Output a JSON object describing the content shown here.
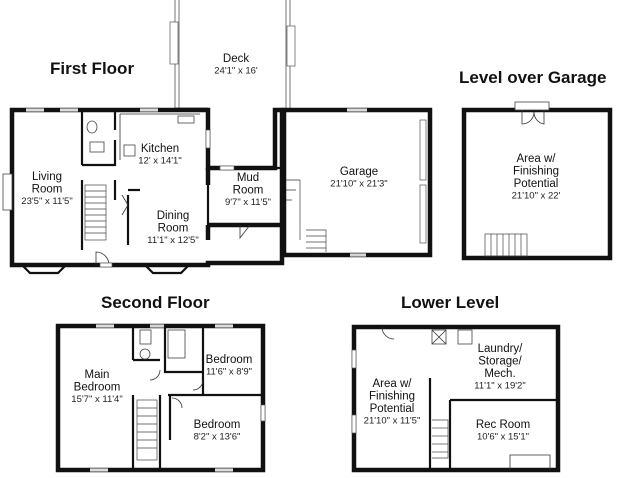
{
  "headings": {
    "first_floor": "First Floor",
    "level_over_garage": "Level over Garage",
    "second_floor": "Second Floor",
    "lower_level": "Lower Level"
  },
  "rooms": {
    "deck": {
      "name": [
        "Deck"
      ],
      "dim": "24'1\" x 16'"
    },
    "kitchen": {
      "name": [
        "Kitchen"
      ],
      "dim": "12' x 14'1\""
    },
    "living_room": {
      "name": [
        "Living",
        "Room"
      ],
      "dim": "23'5\" x 11'5\""
    },
    "mud_room": {
      "name": [
        "Mud",
        "Room"
      ],
      "dim": "9'7\" x 11'5\""
    },
    "garage": {
      "name": [
        "Garage"
      ],
      "dim": "21'10\" x 21'3\""
    },
    "dining_room": {
      "name": [
        "Dining",
        "Room"
      ],
      "dim": "11'1\" x 12'5\""
    },
    "area_over_garage": {
      "name": [
        "Area w/",
        "Finishing",
        "Potential"
      ],
      "dim": "21'10\" x 22'"
    },
    "main_bedroom": {
      "name": [
        "Main",
        "Bedroom"
      ],
      "dim": "15'7\" x 11'4\""
    },
    "bedroom_1": {
      "name": [
        "Bedroom"
      ],
      "dim": "11'6\" x 8'9\""
    },
    "bedroom_2": {
      "name": [
        "Bedroom"
      ],
      "dim": "8'2\" x 13'6\""
    },
    "laundry": {
      "name": [
        "Laundry/",
        "Storage/",
        "Mech."
      ],
      "dim": "11'1\" x 19'2\""
    },
    "area_lower": {
      "name": [
        "Area w/",
        "Finishing",
        "Potential"
      ],
      "dim": "21'10\" x 11'5\""
    },
    "rec_room": {
      "name": [
        "Rec Room"
      ],
      "dim": "10'6\" x 15'1\""
    }
  }
}
